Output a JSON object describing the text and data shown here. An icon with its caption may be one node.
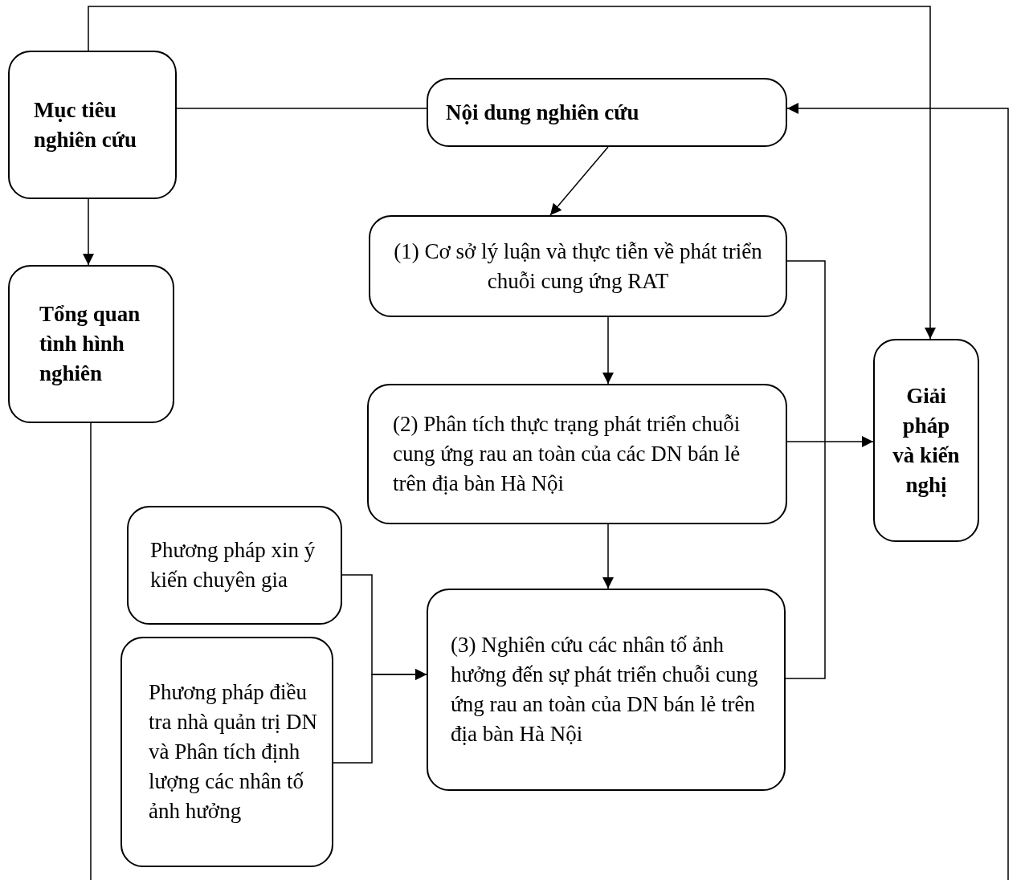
{
  "diagram": {
    "nodes": [
      {
        "text": [
          "Mục tiêu nghiên cứu"
        ]
      },
      {
        "text": [
          "Nội dung nghiên cứu"
        ]
      },
      {
        "text": [
          "Tổng quan tình hình nghiên"
        ]
      },
      {
        "text": [
          "(1) Cơ sở lý luận và thực tiễn về phát triển chuỗi cung ứng RAT"
        ]
      },
      {
        "text": [
          "Giải pháp và kiến nghị"
        ]
      },
      {
        "text": [
          "(2) Phân tích thực trạng phát triển chuỗi cung ứng rau an toàn của các DN bán lẻ trên địa bàn Hà Nội"
        ]
      },
      {
        "text": [
          "Phương pháp xin ý kiến chuyên gia"
        ]
      },
      {
        "text": [
          "(3) Nghiên cứu các nhân tố ảnh hưởng đến sự phát triển chuỗi cung ứng rau an toàn của DN bán lẻ trên địa bàn Hà Nội"
        ]
      },
      {
        "text": [
          "Phương pháp điều tra nhà quản trị DN và Phân tích định lượng các nhân tố ảnh hưởng"
        ]
      }
    ],
    "edges": [
      {
        "from": 0,
        "to": 4,
        "arrow": "to"
      },
      {
        "from": 0,
        "to": 1,
        "arrow": "none"
      },
      {
        "from": 0,
        "to": 2,
        "arrow": "to"
      },
      {
        "from": 1,
        "to": 3,
        "arrow": "to"
      },
      {
        "from": 3,
        "to": 5,
        "arrow": "to"
      },
      {
        "from": 5,
        "to": 7,
        "arrow": "to"
      },
      {
        "from": 5,
        "to": 4,
        "arrow": "to"
      },
      {
        "from": 3,
        "to": 7,
        "arrow": "none"
      },
      {
        "from": 6,
        "to": 7,
        "arrow": "to"
      },
      {
        "from": 8,
        "to": 7,
        "arrow": "to"
      },
      {
        "from": 2,
        "to": null,
        "arrow": "none"
      },
      {
        "from": null,
        "to": 1,
        "arrow": "to"
      }
    ]
  }
}
